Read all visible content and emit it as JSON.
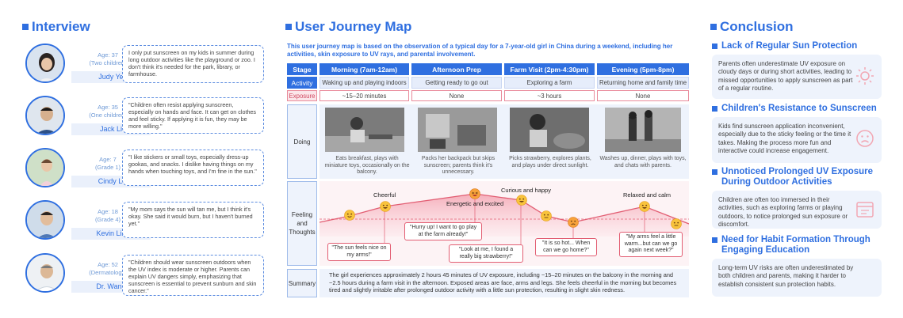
{
  "interview": {
    "title": "Interview",
    "people": [
      {
        "age": "Age: 37",
        "role": "(Two children)",
        "name": "Judy Ye",
        "quote": "I only put sunscreen on my kids in summer during long outdoor activities like the playground or zoo. I don't think it's needed for the park, library, or farmhouse."
      },
      {
        "age": "Age: 35",
        "role": "(One children)",
        "name": "Jack Li",
        "quote": "\"Children often resist applying sunscreen, especially on hands and face. It can get on clothes and feel sticky. If applying it is fun, they may be more willing.\""
      },
      {
        "age": "Age: 7",
        "role": "(Grade 1)",
        "name": "Cindy Li",
        "quote": "\"I like stickers or small toys, especially dress-up gookas, and snacks. I dislike having things on my hands when touching toys, and I'm fine in the sun.\""
      },
      {
        "age": "Age: 18",
        "role": "(Grade 4)",
        "name": "Kevin Lin",
        "quote": "\"My mom says the sun will tan me, but I think it's okay. She said it would burn, but I haven't burned yet.\""
      },
      {
        "age": "Age: 52",
        "role": "(Dermatology)",
        "name": "Dr. Wang",
        "quote": "\"Children should wear sunscreen outdoors when the UV index is moderate or higher. Parents can explain UV dangers simply, emphasizing that sunscreen is essential to prevent sunburn and skin cancer.\""
      }
    ]
  },
  "journey": {
    "title": "User Journey Map",
    "intro": "This user journey map is based on the observation of a typical day for a 7-year-old girl in China during a weekend, including her activities, skin exposure to UV rays, and parental involvement.",
    "stage_label": "Stage",
    "activity_label": "Activity",
    "exposure_label": "Exposure",
    "doing_label": "Doing",
    "feeling_label": "Feeling and Thoughts",
    "summary_label": "Summary",
    "stages": [
      {
        "name": "Morning (7am-12am)",
        "activity": "Waking up and playing indoors",
        "exposure": "~15–20 minutes",
        "doing": "Eats breakfast, plays with miniature toys, occasionally on the balcony."
      },
      {
        "name": "Afternoon Prep",
        "activity": "Getting ready to go out",
        "exposure": "None",
        "doing": "Packs her backpack but skips sunscreen; parents think it's unnecessary."
      },
      {
        "name": "Farm Visit (2pm-4:30pm)",
        "activity": "Exploring a farm",
        "exposure": "~3 hours",
        "doing": "Picks strawberry, explores plants, and plays under direct sunlight."
      },
      {
        "name": "Evening (5pm-8pm)",
        "activity": "Returning home and family time",
        "exposure": "None",
        "doing": "Washes up, dinner, plays with toys, and chats with parents."
      }
    ],
    "emotions": [
      "Cheerful",
      "Energetic and excited",
      "Curious and happy",
      "Relaxed and calm"
    ],
    "thoughts": [
      "\"The sun feels nice on my arms!\"",
      "\"Hurry up! I want to go play at the farm already!\"",
      "\"Look at me, I found a really big strawberry!\"",
      "\"It is so hot... When can we go home?\"",
      "\"My arms feel a little warm...but can we go again next week?\""
    ],
    "feeling_curve": [
      {
        "mood": "content"
      },
      {
        "mood": "happy"
      },
      {
        "mood": "excited"
      },
      {
        "mood": "happy"
      },
      {
        "mood": "neutral"
      },
      {
        "mood": "uneasy"
      },
      {
        "mood": "happy"
      },
      {
        "mood": "neutral"
      }
    ],
    "summary": "The girl experiences approximately 2 hours 45 minutes of UV exposure, including ~15–20 minutes on the balcony in the morning and ~2.5 hours during a farm visit in the afternoon. Exposed areas are face, arms and legs. She feels cheerful in the morning but becomes tired and slightly irritable after prolonged outdoor activity with a little sun protection, resulting in slight skin redness."
  },
  "conclusion": {
    "title": "Conclusion",
    "items": [
      {
        "title": "Lack of Regular Sun Protection",
        "text": "Parents often underestimate UV exposure on cloudy days or during short activities, leading to missed opportunities to apply sunscreen as part of a regular routine."
      },
      {
        "title": "Children's Resistance to Sunscreen",
        "text": "Kids find sunscreen application inconvenient, especially due to the sticky feeling or the time it takes. Making the process more fun and interactive could increase engagement."
      },
      {
        "title": "Unnoticed Prolonged UV Exposure During Outdoor Activities",
        "text": "Children are often too immersed in their activities, such as exploring farms or playing outdoors, to notice prolonged sun exposure or discomfort."
      },
      {
        "title": "Need for Habit Formation Through Engaging Education",
        "text": "Long-term UV risks are often underestimated by both children and parents, making it harder to establish consistent sun protection habits."
      }
    ]
  }
}
